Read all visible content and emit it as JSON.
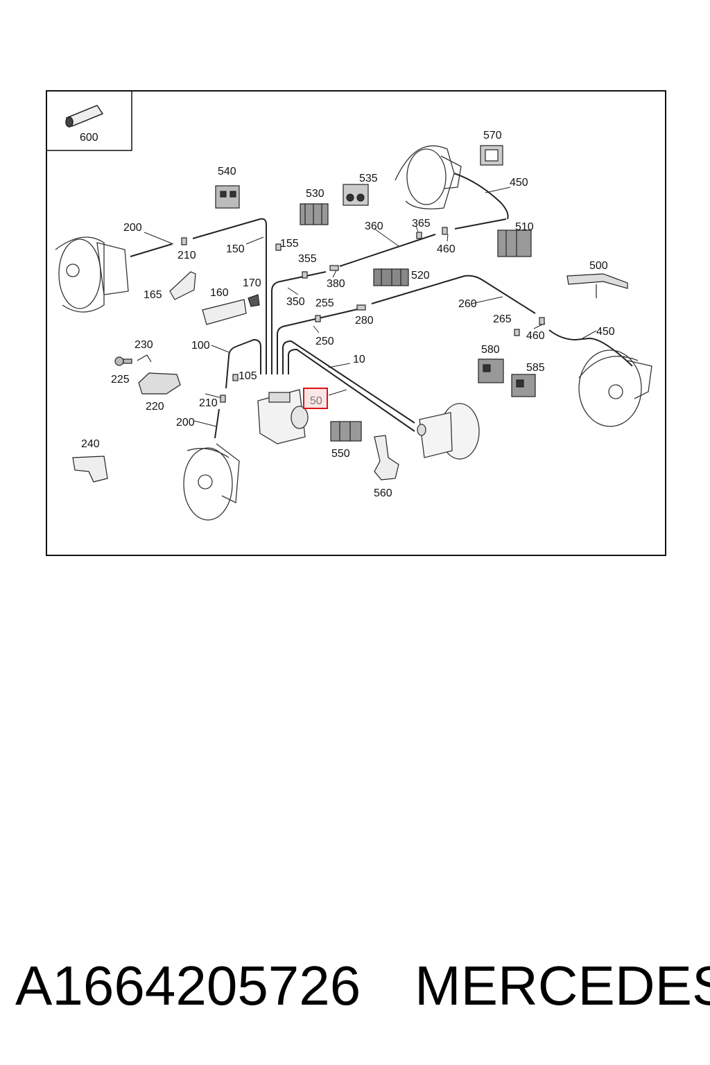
{
  "callouts": {
    "c600": "600",
    "c570": "570",
    "c540": "540",
    "c535": "535",
    "c530": "530",
    "c450a": "450",
    "c200a": "200",
    "c150": "150",
    "c155": "155",
    "c210a": "210",
    "c360": "360",
    "c365": "365",
    "c460a": "460",
    "c510": "510",
    "c355": "355",
    "c380": "380",
    "c520": "520",
    "c500": "500",
    "c165": "165",
    "c160": "160",
    "c170": "170",
    "c350": "350",
    "c255": "255",
    "c260": "260",
    "c280": "280",
    "c265": "265",
    "c460b": "460",
    "c450b": "450",
    "c230": "230",
    "c100": "100",
    "c250": "250",
    "c580": "580",
    "c10": "10",
    "c585": "585",
    "c225": "225",
    "c105": "105",
    "c50": "50",
    "c220": "220",
    "c210b": "210",
    "c200b": "200",
    "c240": "240",
    "c550": "550",
    "c560": "560"
  },
  "highlighted_part": "50",
  "caption": {
    "part_number": "A1664205726",
    "brand": "MERCEDES"
  }
}
